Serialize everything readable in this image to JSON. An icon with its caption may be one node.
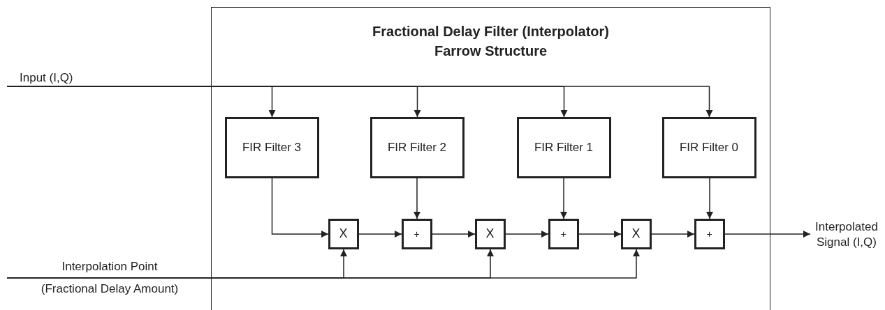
{
  "diagram": {
    "nodes": [
      {
        "text": [
          "Fractional Delay Filter (Interpolator) Farrow Structure"
        ]
      },
      {
        "text": [
          "Input (I,Q)"
        ]
      },
      {
        "text": [
          "FIR Filter 3"
        ],
        "in": 0
      },
      {
        "text": [
          "FIR Filter 2"
        ],
        "in": 0
      },
      {
        "text": [
          "FIR Filter 1"
        ],
        "in": 0
      },
      {
        "text": [
          "FIR Filter 0"
        ],
        "in": 0
      },
      {
        "text": [
          "X"
        ],
        "in": 0
      },
      {
        "text": [
          "+"
        ],
        "in": 0
      },
      {
        "text": [
          "X"
        ],
        "in": 0
      },
      {
        "text": [
          "+"
        ],
        "in": 0
      },
      {
        "text": [
          "X"
        ],
        "in": 0
      },
      {
        "text": [
          "+"
        ],
        "in": 0
      },
      {
        "text": [
          "Interpolated Signal (I,Q)"
        ]
      },
      {
        "text": [
          "Interpolation Point",
          "(Fractional Delay Amount)"
        ]
      }
    ],
    "edges": [
      {
        "from": 1,
        "to": 2,
        "arrow": "to"
      },
      {
        "from": 1,
        "to": 3,
        "arrow": "to"
      },
      {
        "from": 1,
        "to": 4,
        "arrow": "to"
      },
      {
        "from": 1,
        "to": 5,
        "arrow": "to"
      },
      {
        "from": 2,
        "to": 6,
        "arrow": "to"
      },
      {
        "from": 3,
        "to": 7,
        "arrow": "to"
      },
      {
        "from": 4,
        "to": 9,
        "arrow": "to"
      },
      {
        "from": 5,
        "to": 11,
        "arrow": "to"
      },
      {
        "from": 6,
        "to": 7,
        "arrow": "to"
      },
      {
        "from": 7,
        "to": 8,
        "arrow": "to"
      },
      {
        "from": 8,
        "to": 9,
        "arrow": "to"
      },
      {
        "from": 9,
        "to": 10,
        "arrow": "to"
      },
      {
        "from": 10,
        "to": 11,
        "arrow": "to"
      },
      {
        "from": 11,
        "to": 12,
        "arrow": "to"
      },
      {
        "from": 13,
        "to": 6,
        "arrow": "to"
      },
      {
        "from": 13,
        "to": 8,
        "arrow": "to"
      },
      {
        "from": 13,
        "to": 10,
        "arrow": "to"
      }
    ]
  }
}
